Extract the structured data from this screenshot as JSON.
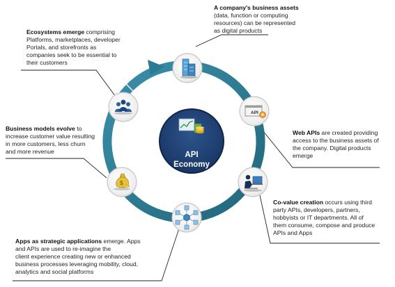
{
  "center": {
    "line1": "API",
    "line2": "Economy"
  },
  "nodes": [
    {
      "id": "business-assets",
      "bold": "A company's business assets",
      "lines": [
        "(data, function or computing",
        "resources) can be represented",
        "as digital products"
      ],
      "icon": "building-icon"
    },
    {
      "id": "web-apis",
      "bold": "Web APIs",
      "lines": [
        " are created providing",
        "access to the business assets of",
        "the company. Digital products",
        "emerge"
      ],
      "icon": "api-gear-icon"
    },
    {
      "id": "co-value",
      "bold": "Co-value creation",
      "lines": [
        " occurs using third",
        "party APIs, developers, partners,",
        "hobbyists or IT departments. All of",
        "them consume, compose and produce",
        "APIs and Apps"
      ],
      "icon": "developer-icon"
    },
    {
      "id": "apps",
      "bold": "Apps as strategic applications",
      "lines": [
        " emerge. Apps",
        "and APIs are used to re-imagine the",
        "client experience creating new or enhanced",
        "business processes leveraging mobility, cloud,",
        "analytics and social platforms"
      ],
      "icon": "apps-hub-icon"
    },
    {
      "id": "business-models",
      "bold": "Business models evolve",
      "lines": [
        " to",
        "increase customer value resulting",
        "in more customers, less churn",
        "and more revenue"
      ],
      "icon": "money-bag-icon"
    },
    {
      "id": "ecosystems",
      "bold": "Ecosystems emerge",
      "lines": [
        " comprising",
        "Platforms, marketplaces, developer",
        "Portals, and storefronts as",
        "companies seek to be essential to",
        "their customers"
      ],
      "icon": "people-icon"
    }
  ],
  "api_badge": "API",
  "colors": {
    "ring": "#2e7f97",
    "ring_dark": "#1e5f74",
    "center_fill": "#1f3f6e",
    "node_fill": "#eeeeee",
    "node_stroke": "#c6c6c6"
  }
}
